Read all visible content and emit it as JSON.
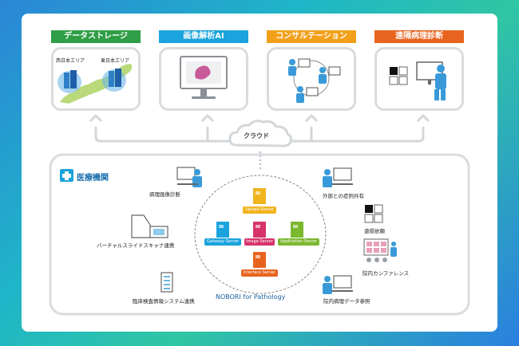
{
  "categories": {
    "storage": "データストレージ",
    "ai": "画像解析AI",
    "consult": "コンサルテーション",
    "remote": "遠隔病理診断"
  },
  "storage": {
    "west": "西日本エリア",
    "east": "東日本エリア"
  },
  "cloud_label": "クラウド",
  "facility_label": "医療機関",
  "left_items": {
    "pathology": "病理画像診断",
    "virtual": "バーチャルスライドスキャナ連携",
    "lab": "臨床検査情報システム連携"
  },
  "right_items": {
    "share": "外部との症例共有",
    "request": "遠隔依頼",
    "conference": "院内カンファレンス",
    "reference": "院内病理データ参照"
  },
  "servers": {
    "upload": "Upload Server",
    "gateway": "Gateway Server",
    "image": "Image Server",
    "application": "Application Server",
    "interface": "Interface Server"
  },
  "product_name": "NOBORI for Pathology",
  "colors": {
    "storage": "#2f9e46",
    "ai": "#1aa3dc",
    "consult": "#f2a01a",
    "remote": "#e8641e",
    "upload": "#f0b41e",
    "gateway": "#1aa3dc",
    "image": "#d6336c",
    "application": "#7ab82e",
    "interface": "#e8641e"
  }
}
